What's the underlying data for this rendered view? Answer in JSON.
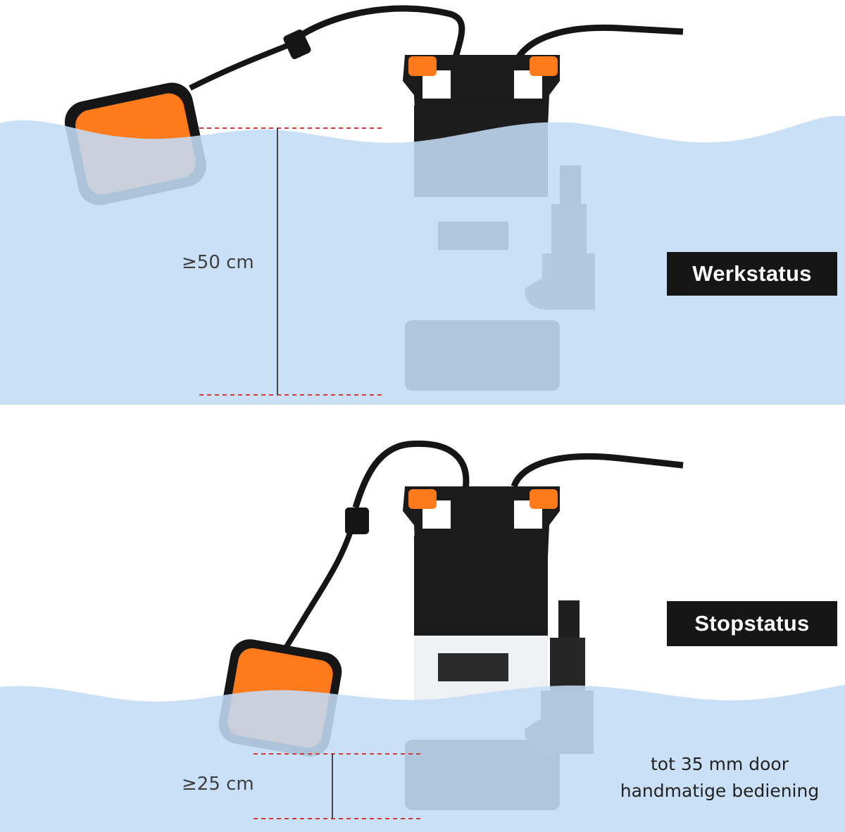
{
  "colors": {
    "water": "#c3dcf6",
    "pump_black": "#1b1b1b",
    "pump_white": "#eef0f3",
    "accent_orange": "#ff7a1a",
    "marker_red": "#d33a3a",
    "label_bg": "#161616"
  },
  "panels": {
    "work": {
      "label": "Werkstatus",
      "measurement": "≥50 cm"
    },
    "stop": {
      "label": "Stopstatus",
      "measurement": "≥25 cm",
      "note_line1": "tot 35 mm door",
      "note_line2": "handmatige bediening"
    }
  }
}
